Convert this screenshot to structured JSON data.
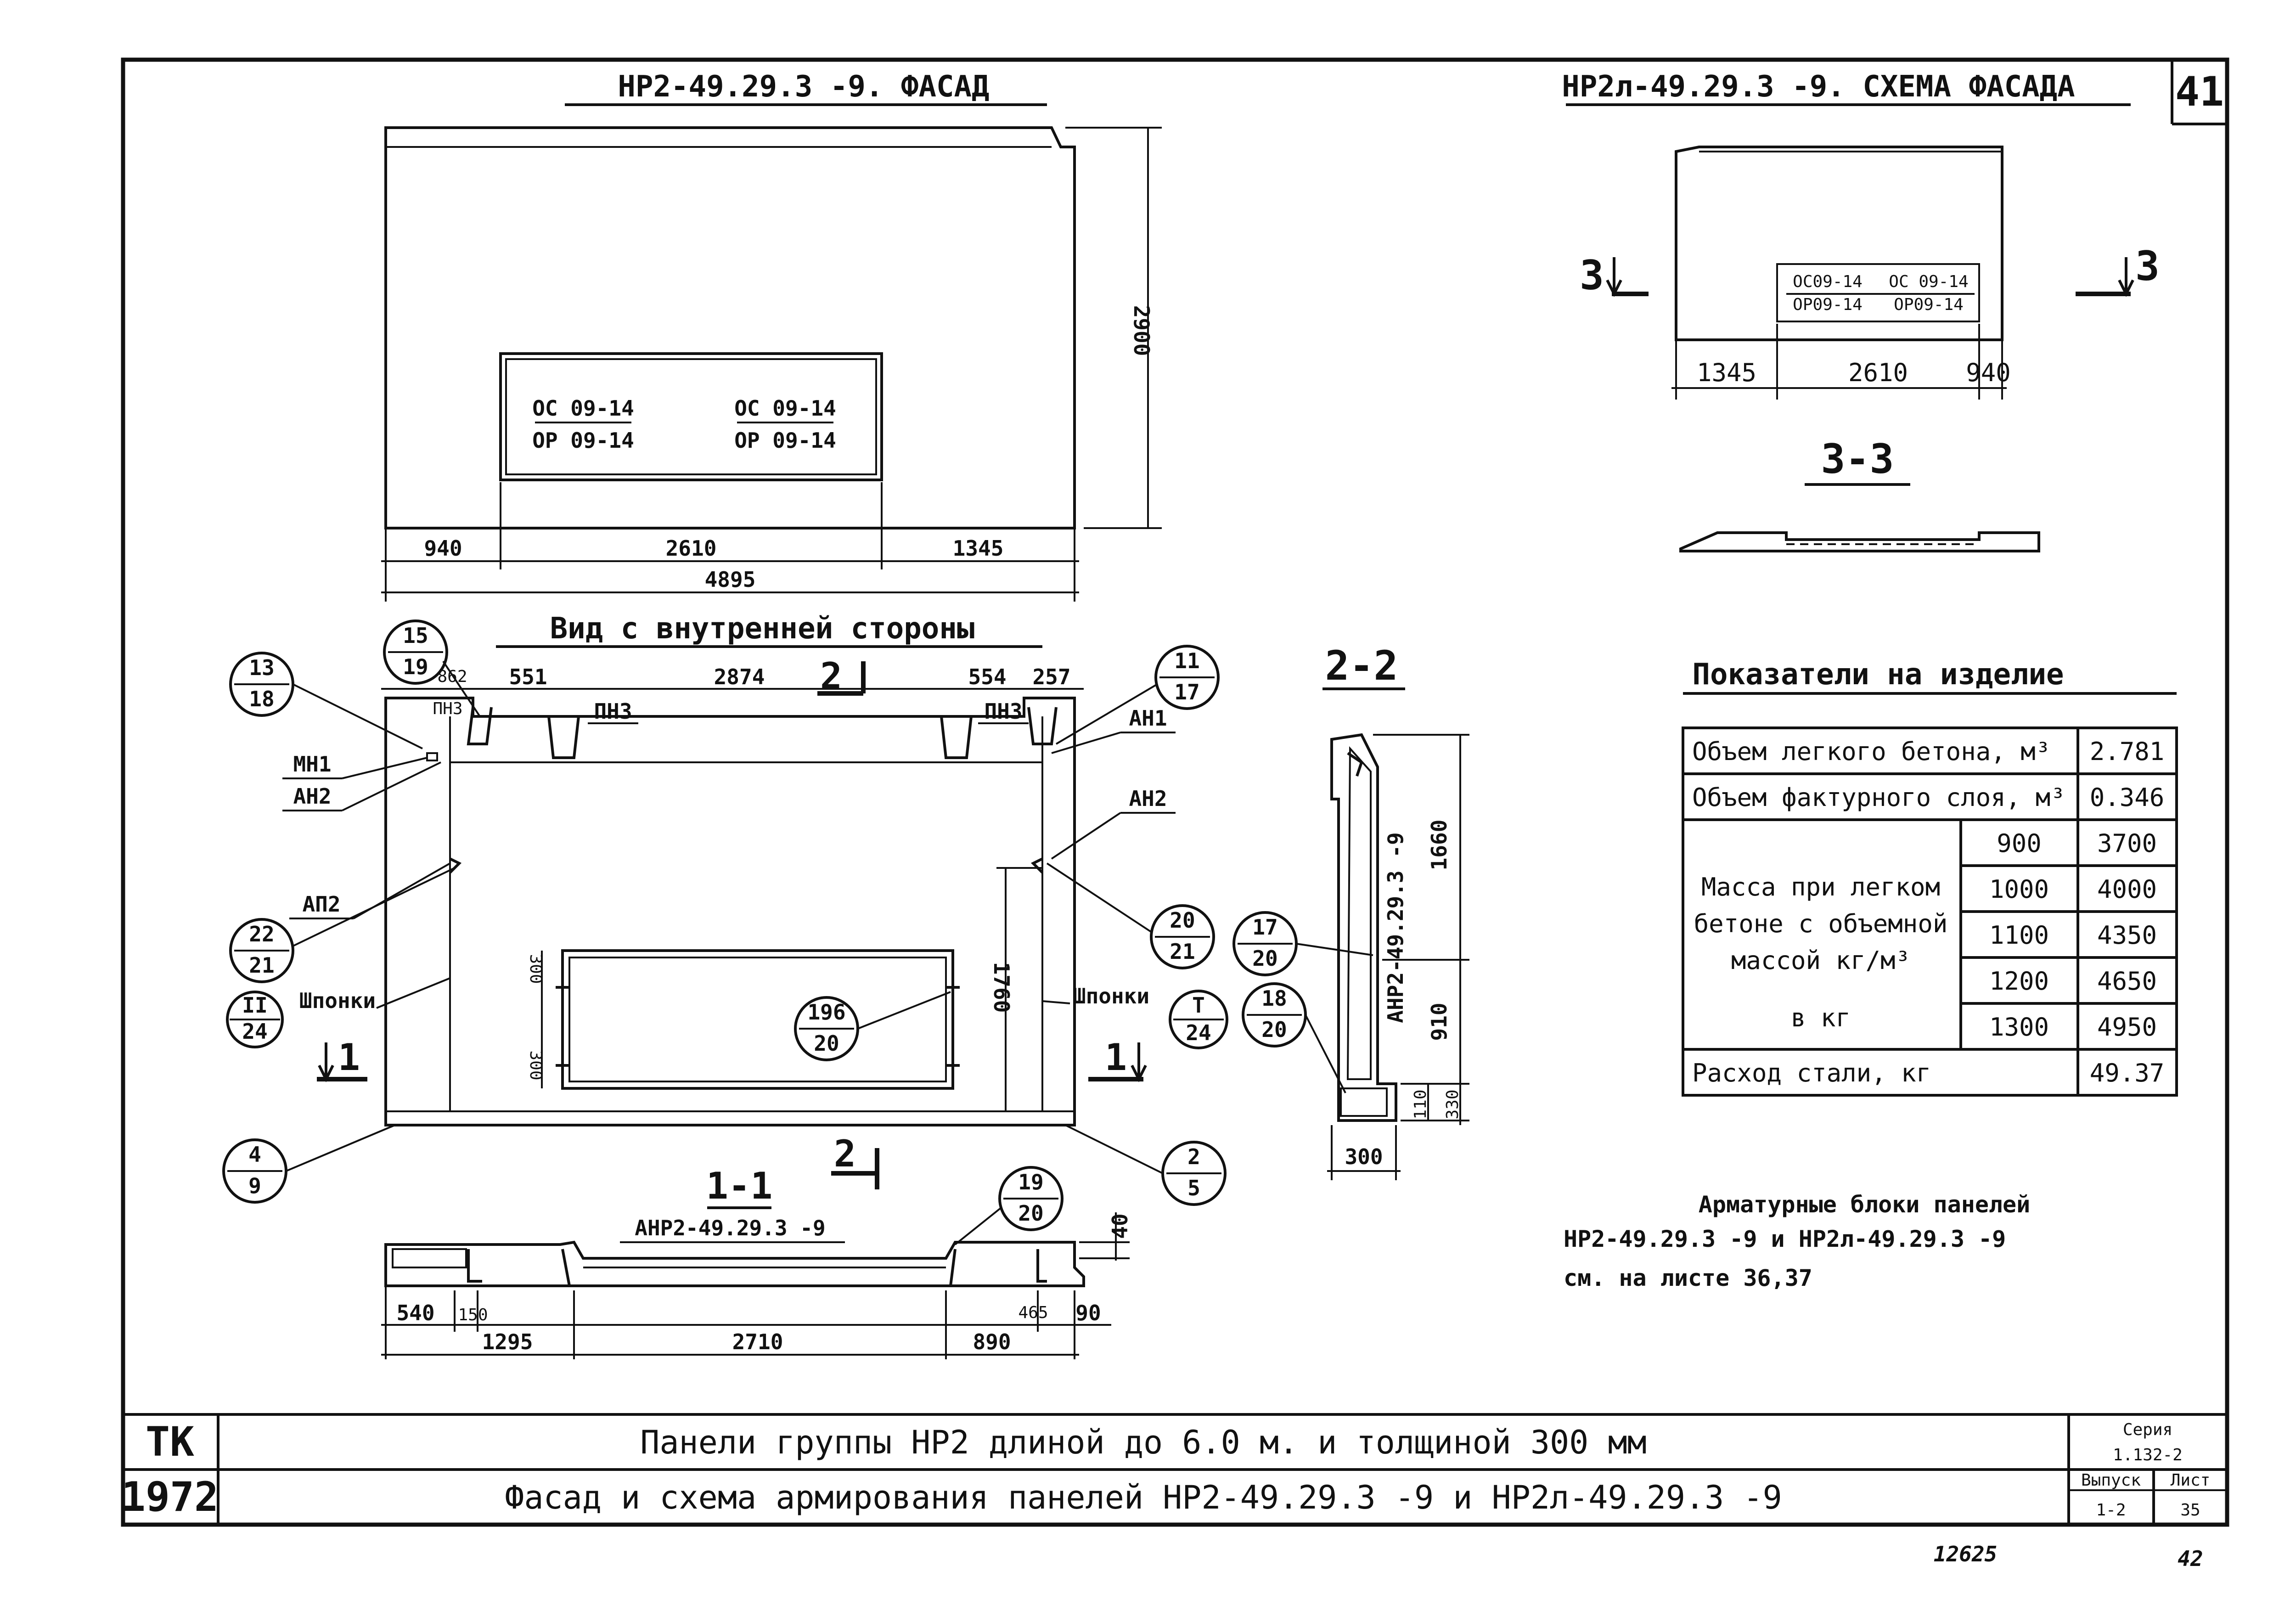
{
  "sheet_number": "41",
  "facade": {
    "title": "НР2-49.29.3 -9.  ФАСАД",
    "window_marks": [
      {
        "top": "ОС 09-14",
        "bottom": "ОР 09-14"
      },
      {
        "top": "ОС 09-14",
        "bottom": "ОР 09-14"
      }
    ],
    "height_dim": "2900",
    "dims_row1": [
      "940",
      "2610",
      "1345"
    ],
    "total_dim": "4895"
  },
  "scheme": {
    "title": "НР2л-49.29.3 -9. СХЕМА ФАСАДА",
    "window_marks": [
      {
        "top": "ОС09-14",
        "bottom": "ОР09-14"
      },
      {
        "top": "ОС 09-14",
        "bottom": "ОР09-14"
      }
    ],
    "dims": [
      "1345",
      "2610",
      "940"
    ],
    "cut_left": "3",
    "cut_right": "3",
    "section_label": "3-3"
  },
  "inner_view": {
    "title": "Вид с внутренней стороны",
    "top_dims": [
      "862",
      "551",
      "2874",
      "554",
      "257"
    ],
    "labels": {
      "pnz_left_small": "ПНЗ",
      "pnz_left": "ПНЗ",
      "pnz_right": "ПНЗ",
      "mn1": "МН1",
      "an2_left": "АН2",
      "an1": "АН1",
      "an2_right": "АН2",
      "ap2": "АП2",
      "shponki_left": "Шпонки",
      "shponki_right": "Шпонки",
      "cut2_top": "2",
      "cut2_bottom": "2",
      "cut1_left": "1",
      "cut1_right": "1"
    },
    "window_dims": [
      "300",
      "300"
    ],
    "height_dim": "1760",
    "callouts": [
      {
        "id": "c13",
        "top": "13",
        "bottom": "18"
      },
      {
        "id": "c15",
        "top": "15",
        "bottom": "19"
      },
      {
        "id": "c11",
        "top": "11",
        "bottom": "17"
      },
      {
        "id": "c22",
        "top": "22",
        "bottom": "21"
      },
      {
        "id": "cII",
        "top": "II",
        "bottom": "24"
      },
      {
        "id": "c20",
        "top": "20",
        "bottom": "21"
      },
      {
        "id": "c196",
        "top": "196",
        "bottom": "20"
      },
      {
        "id": "cT",
        "top": "Т",
        "bottom": "24"
      },
      {
        "id": "c4",
        "top": "4",
        "bottom": "9"
      },
      {
        "id": "c2",
        "top": "2",
        "bottom": "5"
      }
    ]
  },
  "section22": {
    "label": "2-2",
    "vertical_text": "АНР2-49.29.3 -9",
    "dims": [
      "1660",
      "910",
      "330",
      "110"
    ],
    "bottom_dim": "300",
    "callouts": [
      {
        "id": "c17",
        "top": "17",
        "bottom": "20"
      },
      {
        "id": "c18",
        "top": "18",
        "bottom": "20"
      }
    ]
  },
  "section11": {
    "label": "1-1",
    "block_label": "АНР2-49.29.3 -9",
    "top_dim": "40",
    "callout": {
      "top": "19",
      "bottom": "20"
    },
    "dims_row1": [
      "540",
      "150",
      "465",
      "90"
    ],
    "dims_row2": [
      "1295",
      "2710",
      "890"
    ]
  },
  "indicators": {
    "title": "Показатели на изделие",
    "rows": [
      {
        "label": "Объем легкого бетона, м³",
        "value": "2.781"
      },
      {
        "label": "Объем фактурного слоя, м³",
        "value": "0.346"
      }
    ],
    "mass_label_lines": [
      "Масса при легком",
      "бетоне с объемной",
      "массой  кг/м³",
      "в кг"
    ],
    "mass_rows": [
      {
        "density": "900",
        "value": "3700"
      },
      {
        "density": "1000",
        "value": "4000"
      },
      {
        "density": "1100",
        "value": "4350"
      },
      {
        "density": "1200",
        "value": "4650"
      },
      {
        "density": "1300",
        "value": "4950"
      }
    ],
    "steel": {
      "label": "Расход стали, кг",
      "value": "49.37"
    }
  },
  "note": {
    "lines": [
      "Арматурные блоки панелей",
      "НР2-49.29.3 -9  и  НР2л-49.29.3 -9",
      "см. на листе 36,37"
    ]
  },
  "stamp": {
    "org": "ТК",
    "year": "1972",
    "line1": "Панели группы  НР2  длиной до 6.0 м.  и  толщиной  300 мм",
    "line2": "Фасад  и  схема  армирования  панелей  НР2-49.29.3 -9  и  НР2л-49.29.3 -9",
    "series_label": "Серия",
    "series_value": "1.132-2",
    "issue_label": "Выпуск",
    "issue_value": "1-2",
    "sheet_label": "Лист",
    "sheet_value": "35"
  },
  "footer": {
    "left_number": "12625",
    "right_number": "42"
  }
}
